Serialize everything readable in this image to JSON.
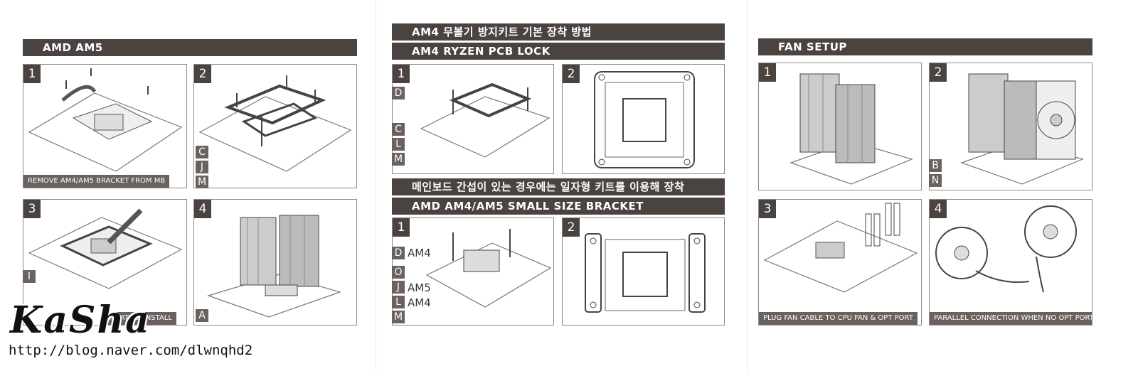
{
  "left": {
    "header": "AMD AM5",
    "panels": [
      {
        "num": "1",
        "caption": "REMOVE AM4/AM5 BRACKET FROM MB"
      },
      {
        "num": "2",
        "tags": [
          "C",
          "J",
          "M"
        ]
      },
      {
        "num": "3",
        "caption": "ROTATE & INSTALL",
        "tags": [
          "I"
        ]
      },
      {
        "num": "4",
        "tags": [
          "A"
        ]
      }
    ]
  },
  "middle": {
    "header1": "AM4 무볼기 방지키트 기본 장착 방법",
    "header2": "AM4 RYZEN PCB LOCK",
    "panels_top": [
      {
        "num": "1",
        "tags": [
          "D",
          "C",
          "L",
          "M"
        ]
      },
      {
        "num": "2"
      }
    ],
    "header3": "메인보드 간섭이 있는 경우에는 일자형 키트를 이용해 장착",
    "header4": "AMD AM4/AM5 SMALL SIZE BRACKET",
    "panels_bottom": [
      {
        "num": "1",
        "tags": [
          {
            "tag": "D",
            "text": "AM4"
          },
          {
            "tag": "O",
            "text": ""
          },
          {
            "tag": "J",
            "text": "AM5"
          },
          {
            "tag": "L",
            "text": "AM4"
          },
          {
            "tag": "M",
            "text": ""
          }
        ]
      },
      {
        "num": "2"
      }
    ]
  },
  "right": {
    "header": "FAN SETUP",
    "panels": [
      {
        "num": "1"
      },
      {
        "num": "2",
        "tags": [
          "B",
          "N"
        ]
      },
      {
        "num": "3",
        "caption": "PLUG FAN CABLE TO CPU FAN & OPT PORT"
      },
      {
        "num": "4",
        "caption": "PARALLEL CONNECTION WHEN NO OPT PORT"
      }
    ]
  },
  "watermark": {
    "logo": "KaSha",
    "url": "http://blog.naver.com/dlwnqhd2"
  },
  "colors": {
    "header_bg": "#4a4340",
    "tag_bg": "#6a625e",
    "panel_border": "#8a8a8a"
  }
}
